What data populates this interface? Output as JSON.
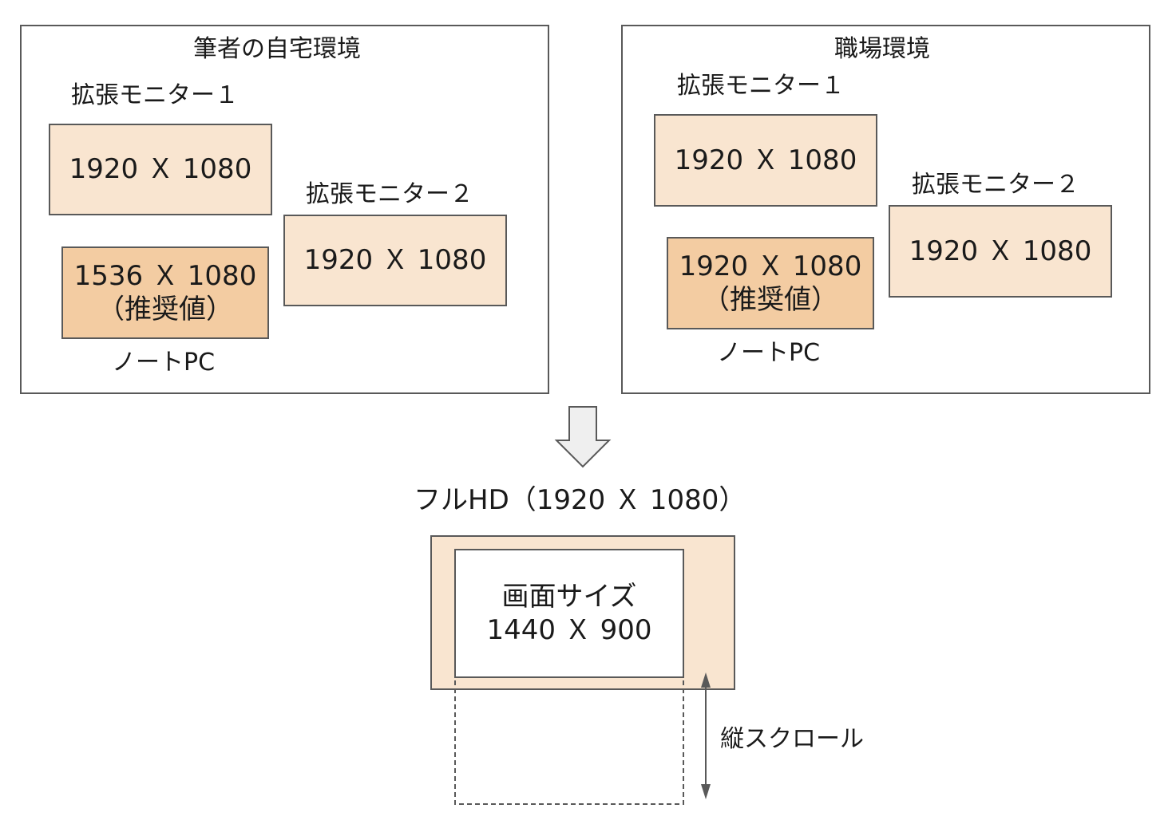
{
  "colors": {
    "monitor_fill": "#f9e5d0",
    "laptop_fill": "#f3cca2",
    "border": "#595959",
    "arrow_fill": "#efefef"
  },
  "home": {
    "title": "筆者の自宅環境",
    "monitor1_label": "拡張モニター１",
    "monitor1_res": "1920 Ｘ 1080",
    "monitor2_label": "拡張モニター２",
    "monitor2_res": "1920 Ｘ 1080",
    "laptop_res": "1536 Ｘ 1080\n（推奨値）",
    "laptop_label": "ノートPC"
  },
  "work": {
    "title": "職場環境",
    "monitor1_label": "拡張モニター１",
    "monitor1_res": "1920 Ｘ 1080",
    "monitor2_label": "拡張モニター２",
    "monitor2_res": "1920 Ｘ 1080",
    "laptop_res": "1920 Ｘ 1080\n（推奨値）",
    "laptop_label": "ノートPC"
  },
  "bottom": {
    "title": "フルHD（1920 Ｘ 1080）",
    "screen": "画面サイズ\n1440 Ｘ 900",
    "scroll_label": "縦スクロール"
  }
}
